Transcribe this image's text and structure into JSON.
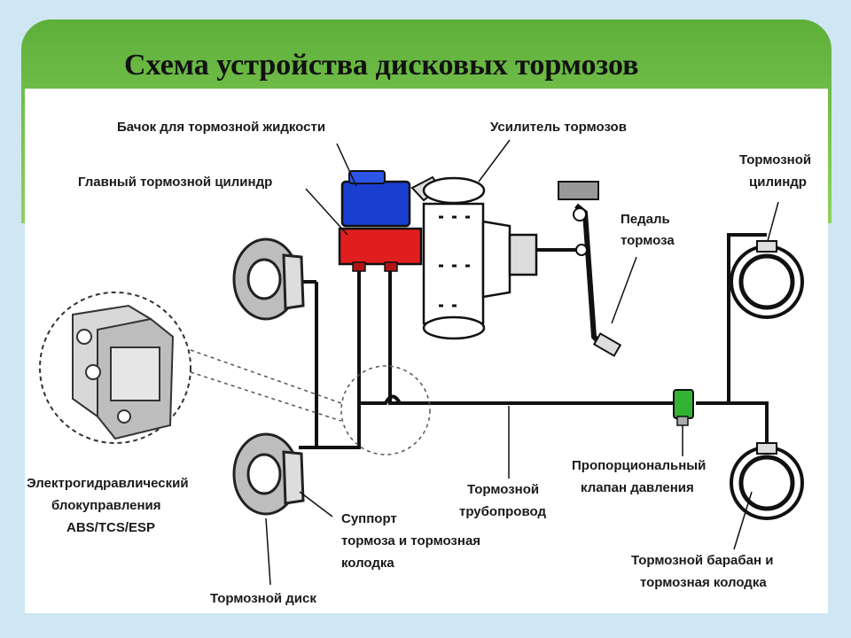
{
  "title": "Схема устройства дисковых тормозов",
  "labels": {
    "reservoir": "Бачок для тормозной жидкости",
    "master_cylinder": "Главный тормозной цилиндр",
    "booster": "Усилитель тормозов",
    "pedal_l1": "Педаль",
    "pedal_l2": "тормоза",
    "wheel_cyl_l1": "Тормозной",
    "wheel_cyl_l2": "цилиндр",
    "abs_l1": "Электрогидравлический",
    "abs_l2": "блокуправления",
    "abs_l3": "ABS/TCS/ESP",
    "brake_line_l1": "Тормозной",
    "brake_line_l2": "трубопровод",
    "valve_l1": "Пропорциональный",
    "valve_l2": "клапан давления",
    "caliper_l1": "Суппорт",
    "caliper_l2": "тормоза и тормозная",
    "caliper_l3": "колодка",
    "drum_l1": "Тормозной барабан и",
    "drum_l2": "тормозная колодка",
    "disc": "Тормозной диск"
  },
  "colors": {
    "reservoir": "#1a3fd0",
    "master_cylinder": "#e01e1e",
    "valve": "#33b233",
    "frame_green": "#6cbb45"
  }
}
